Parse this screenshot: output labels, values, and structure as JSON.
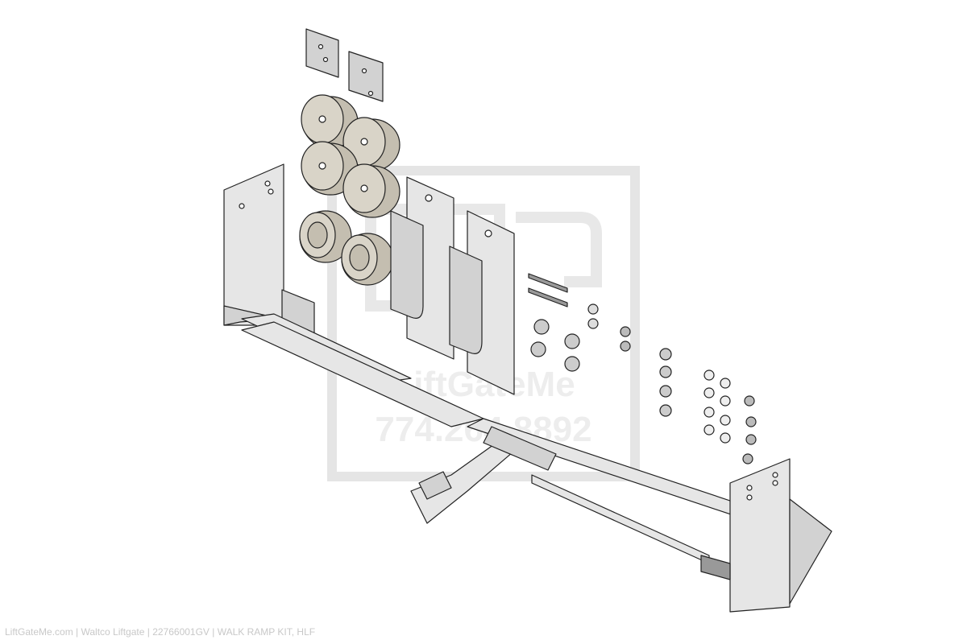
{
  "caption": "LiftGateMe.com | Waltco Liftgate | 22766001GV | WALK RAMP KIT, HLF",
  "watermark": {
    "name": "LiftGateMe",
    "phone": "774.264.8892"
  },
  "colors": {
    "background": "#ffffff",
    "metal": "#e6e6e6",
    "roller": "#d9d4c8",
    "outline": "#222222",
    "watermark": "#d9d9d9"
  }
}
